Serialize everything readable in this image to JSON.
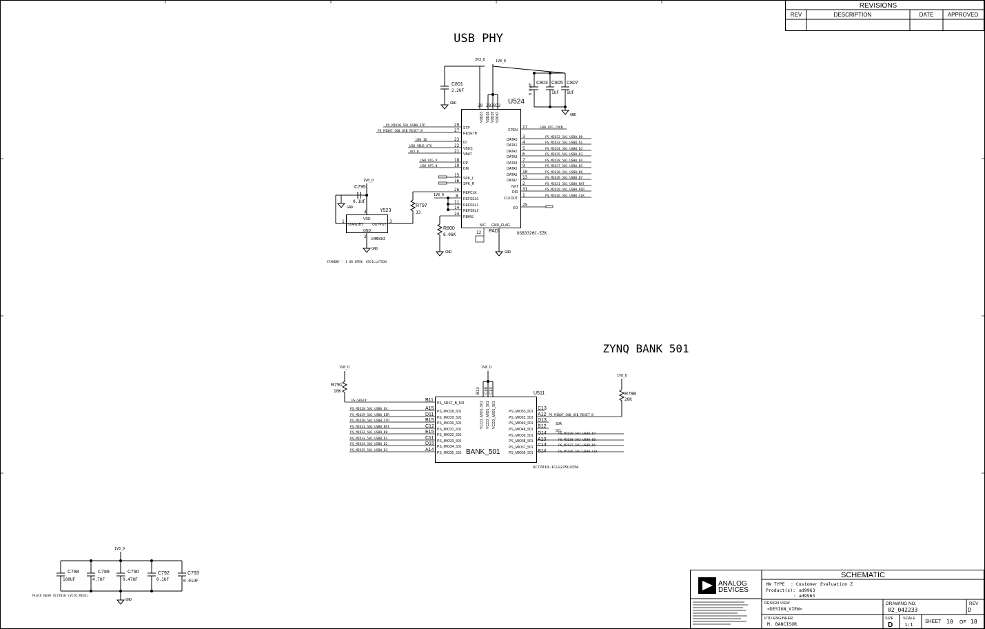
{
  "revisions": {
    "title": "REVISIONS",
    "headers": [
      "REV",
      "DESCRIPTION",
      "DATE",
      "APPROVED"
    ]
  },
  "usb_phy": {
    "title": "USB PHY",
    "ic_ref": "U524",
    "ic_part": "USB3320C-EZK",
    "supply_3v3": "3V3_D",
    "supply_1v8": "1V8_D",
    "gnd": "GND",
    "top_pins": [
      {
        "num": "20",
        "name": "VDD33"
      },
      {
        "num": "28",
        "name": "VDD18"
      },
      {
        "num": "30",
        "name": "VDD18"
      },
      {
        "num": "32",
        "name": "VDDIO"
      }
    ],
    "left_pins": [
      {
        "num": "29",
        "name": "STP",
        "net": "PS_MIO30_501_USB0_STP"
      },
      {
        "num": "27",
        "name": "RESETB",
        "net": "PS_MIO07_500_USB_RESET_B"
      },
      {
        "num": "23",
        "name": "ID",
        "net": "USB_ID"
      },
      {
        "num": "22",
        "name": "VBUS",
        "net": "USB_VBUS_OTG"
      },
      {
        "num": "21",
        "name": "VBAT",
        "net": "3V3_D"
      },
      {
        "num": "18",
        "name": "DP",
        "net": "USB_OTG_P"
      },
      {
        "num": "19",
        "name": "DM",
        "net": "USB_OTG_N"
      },
      {
        "num": "15",
        "name": "SPK_L",
        "net": ""
      },
      {
        "num": "16",
        "name": "SPK_R",
        "net": ""
      },
      {
        "num": "26",
        "name": "REFCLK",
        "net": ""
      },
      {
        "num": "8",
        "name": "REFSEL0",
        "net": ""
      },
      {
        "num": "11",
        "name": "REFSEL1",
        "net": ""
      },
      {
        "num": "14",
        "name": "REFSEL2",
        "net": ""
      },
      {
        "num": "24",
        "name": "RBIAS",
        "net": ""
      }
    ],
    "right_pins": [
      {
        "num": "17",
        "name": "CPEN",
        "net": "USB_OTG_CPEN"
      },
      {
        "num": "3",
        "name": "DATA0",
        "net": "PS_MIO32_501_USB0_D0"
      },
      {
        "num": "4",
        "name": "DATA1",
        "net": "PS_MIO33_501_USB0_D1"
      },
      {
        "num": "5",
        "name": "DATA2",
        "net": "PS_MIO34_501_USB0_D2"
      },
      {
        "num": "6",
        "name": "DATA3",
        "net": "PS_MIO35_501_USB0_D3"
      },
      {
        "num": "7",
        "name": "DATA4",
        "net": "PS_MIO28_501_USB0_D4"
      },
      {
        "num": "9",
        "name": "DATA5",
        "net": "PS_MIO37_501_USB0_D5"
      },
      {
        "num": "10",
        "name": "DATA6",
        "net": "PS_MIO38_501_USB0_D6"
      },
      {
        "num": "13",
        "name": "DATA7",
        "net": "PS_MIO39_501_USB0_D7"
      },
      {
        "num": "2",
        "name": "NXT",
        "net": "PS_MIO31_501_USB0_NXT"
      },
      {
        "num": "31",
        "name": "DIR",
        "net": "PS_MIO29_501_USB0_DIR"
      },
      {
        "num": "1",
        "name": "CLKOUT",
        "net": "PS_MIO36_501_USB0_CLK"
      },
      {
        "num": "25",
        "name": "XO",
        "net": ""
      }
    ],
    "bottom": {
      "nc_label": "N/C",
      "gf_label": "GND_FLAG",
      "pad_label": "PAD",
      "nc_pin": "12"
    },
    "caps": [
      {
        "ref": "C801",
        "value": "2.2UF"
      },
      {
        "ref": "C803",
        "value": "0.01UF"
      },
      {
        "ref": "C805",
        "value": "1UF"
      },
      {
        "ref": "C807",
        "value": "1UF"
      }
    ],
    "osc": {
      "ref": "Y523",
      "vdd": "VDD",
      "standby": "STANDBY",
      "output": "OUTPUT",
      "gnd": "GND",
      "freq": "24MEGHZ",
      "pin1": "1",
      "pin2": "2",
      "pin3": "3",
      "pin4": "4",
      "cap_ref": "C795",
      "cap_value": "0.1UF",
      "supply": "1V8_D"
    },
    "r797": {
      "ref": "R797",
      "value": "33"
    },
    "r800": {
      "ref": "R800",
      "value": "8.06K"
    },
    "refsel_supply": "1V8_D",
    "note": "STANDBY - 1 OR OPEN: OSCILLATION"
  },
  "zynq": {
    "title": "ZYNQ BANK 501",
    "ic_ref": "U511",
    "ic_part": "XC7Z010-1CLG225C4334",
    "bank_label": "BANK_501",
    "supply": "1V8_D",
    "vcco_pins": [
      {
        "num": "B13",
        "name": "VCCO_MIO1_501"
      },
      {
        "num": "C10",
        "name": "VCCO_MIO1_501"
      },
      {
        "num": "C14",
        "name": "VCCO_MIO1_501"
      }
    ],
    "left_pins": [
      {
        "ball": "B11",
        "name": "PS_SRST_B_501",
        "net": "PS-SRST#"
      },
      {
        "ball": "A15",
        "name": "PS_MIO28_501",
        "net": "PS_MIO28_501_USB0_D4"
      },
      {
        "ball": "D11",
        "name": "PS_MIO29_501",
        "net": "PS_MIO29_501_USB0_DIR"
      },
      {
        "ball": "B15",
        "name": "PS_MIO30_501",
        "net": "PS_MIO30_501_USB0_STP"
      },
      {
        "ball": "C12",
        "name": "PS_MIO31_501",
        "net": "PS_MIO31_501_USB0_NXT"
      },
      {
        "ball": "E15",
        "name": "PS_MIO32_501",
        "net": "PS_MIO32_501_USB0_D0"
      },
      {
        "ball": "C11",
        "name": "PS_MIO33_501",
        "net": "PS_MIO33_501_USB0_D1"
      },
      {
        "ball": "D15",
        "name": "PS_MIO34_501",
        "net": "PS_MIO34_501_USB0_D2"
      },
      {
        "ball": "A14",
        "name": "PS_MIO35_501",
        "net": "PS_MIO35_501_USB0_D3"
      }
    ],
    "right_pins": [
      {
        "ball": "C13",
        "name": "PS_MIO53_501",
        "net": ""
      },
      {
        "ball": "A12",
        "name": "PS_MIO52_501",
        "net": "PS_MIO07_500_USB_RESET_B"
      },
      {
        "ball": "D13",
        "name": "PS_MIO49_501",
        "net": "SDA"
      },
      {
        "ball": "B12",
        "name": "PS_MIO48_501",
        "net": "SCL"
      },
      {
        "ball": "D14",
        "name": "PS_MIO39_501",
        "net": "PS_MIO39_501_USB0_D7"
      },
      {
        "ball": "A13",
        "name": "PS_MIO38_501",
        "net": "PS_MIO38_501_USB0_D6"
      },
      {
        "ball": "C14",
        "name": "PS_MIO37_501",
        "net": "PS_MIO37_501_USB0_D5"
      },
      {
        "ball": "B14",
        "name": "PS_MIO36_501",
        "net": "PS_MIO36_501_USB0_CLK"
      }
    ],
    "r791": {
      "ref": "R791",
      "value": "10K",
      "supply": "1V8_D"
    },
    "r798": {
      "ref": "R798",
      "value": "20K",
      "supply": "1V8_D"
    }
  },
  "decoupling": {
    "supply": "1V8_D",
    "gnd": "GND",
    "note": "PLACE NEAR XC7Z010 (VCCO_MIO1)",
    "caps": [
      {
        "ref": "C788",
        "value": "100UF"
      },
      {
        "ref": "C789",
        "value": "4.7UF"
      },
      {
        "ref": "C790",
        "value": "0.47UF"
      },
      {
        "ref": "C792",
        "value": "0.1UF"
      },
      {
        "ref": "C793",
        "value": "0.01UF"
      }
    ]
  },
  "title_block": {
    "company_line1": "ANALOG",
    "company_line2": "DEVICES",
    "schematic": "SCHEMATIC",
    "hw_type_label": "HW TYPE",
    "hw_type": ": Customer Evaluation Z",
    "products_label": "Product(s):",
    "product1": "ad9963",
    "product2": ": ad9963",
    "design_view_label": "DESIGN VIEW",
    "design_view": "<DESIGN_VIEW>",
    "drawing_no_label": "DRAWING NO.",
    "drawing_no": "02_042233",
    "rev_label": "REV",
    "rev": "D",
    "engineer_label": "PTD ENGINEER",
    "engineer": "M. BANCISOR",
    "size_label": "SIZE",
    "size": "D",
    "scale_label": "SCALE",
    "scale": "1:1",
    "sheet_label": "SHEET",
    "sheet": "10",
    "of_label": "OF",
    "total": "18"
  }
}
